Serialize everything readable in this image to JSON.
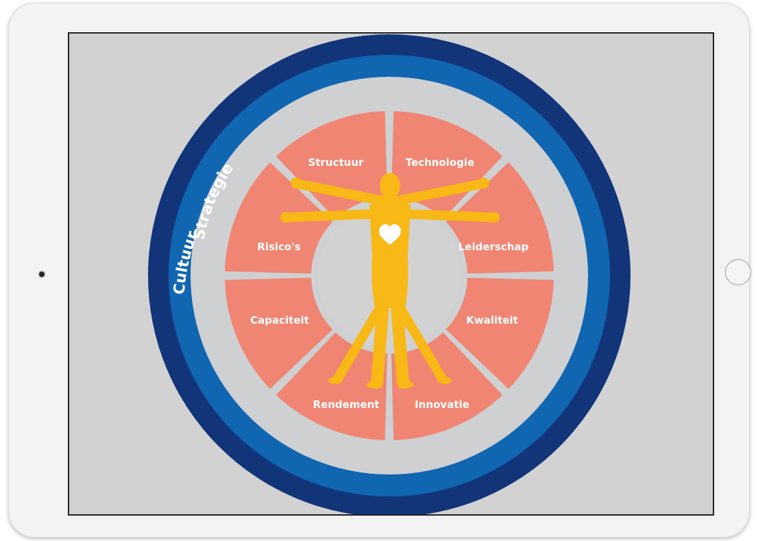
{
  "rings": {
    "outer_label": "Cultuur",
    "inner_label": "Strategie"
  },
  "segments": [
    {
      "label": "Structuur"
    },
    {
      "label": "Technologie"
    },
    {
      "label": "Leiderschap"
    },
    {
      "label": "Kwaliteit"
    },
    {
      "label": "Innovatie"
    },
    {
      "label": "Rendement"
    },
    {
      "label": "Capaciteit"
    },
    {
      "label": "Risico's"
    }
  ],
  "colors": {
    "outer_ring": "#12357a",
    "inner_ring": "#1166b1",
    "segment": "#ef8572",
    "figure": "#f8b815",
    "screen_bg": "#d2d2d3",
    "separator": "#cfd0d2",
    "heart": "#ffffff"
  },
  "icons": {
    "figure": "vitruvian-man-icon",
    "heart": "heart-icon"
  }
}
